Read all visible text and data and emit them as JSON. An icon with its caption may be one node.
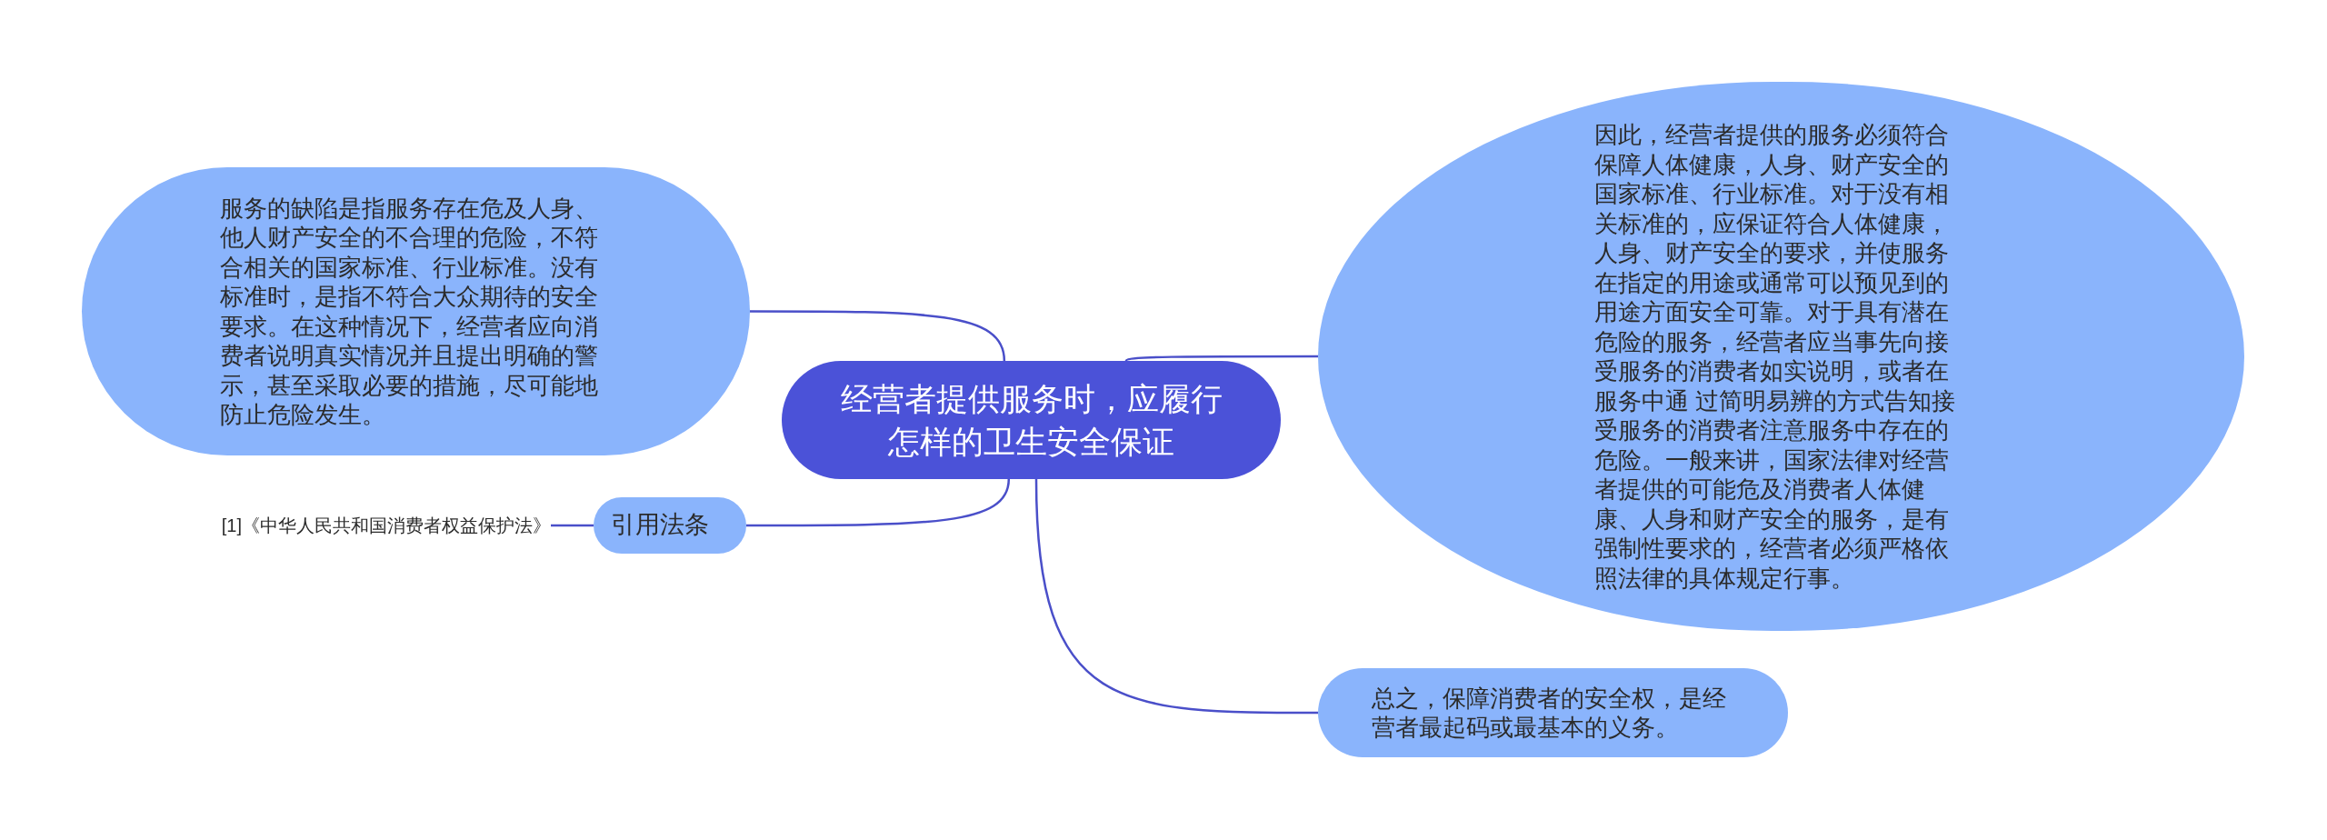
{
  "diagram": {
    "nodes": [
      {
        "text": [
          "经营者提供服务时，应履行怎样的卫生安全保证"
        ]
      },
      {
        "text": [
          "服务的缺陷是指服务存在危及人身、他人财产安全的不合理的危险，不符合相关的国家标准、行业标准。没有标准时，是指不符合大众期待的安全要求。在这种情况下，经营者应向消费者说明真实情况并且提出明确的警示，甚至采取必要的措施，尽可能地防止危险发生。"
        ]
      },
      {
        "text": [
          "因此，经营者提供的服务必须符合保障人体健康，人身、财产安全的国家标准、行业标准。对于没有相关标准的，应保证符合人体健康，人身、财产安全的要求，并使服务在指定的用途或通常可以预见到的用途方面安全可靠。对于具有潜在危险的服务，经营者应当事先向接受服务的消费者如实说明，或者在服务中通 过简明易辨的方式告知接受服务的消费者注意服务中存在的危险。一般来讲，国家法律对经营者提供的可能危及消费者人体健康、人身和财产安全的服务，是有强制性要求的，经营者必须严格依照法律的具体规定行事。"
        ]
      },
      {
        "text": [
          "引用法条"
        ]
      },
      {
        "text": [
          "[1]《中华人民共和国消费者权益保护法》"
        ]
      },
      {
        "text": [
          "总之，保障消费者的安全权，是经营者最起码或最基本的义务。"
        ]
      }
    ],
    "edges": [
      {
        "from": 0,
        "to": 1,
        "arrow": "none"
      },
      {
        "from": 0,
        "to": 2,
        "arrow": "none"
      },
      {
        "from": 0,
        "to": 3,
        "arrow": "none"
      },
      {
        "from": 3,
        "to": 4,
        "arrow": "none"
      },
      {
        "from": 0,
        "to": 5,
        "arrow": "none"
      }
    ]
  }
}
